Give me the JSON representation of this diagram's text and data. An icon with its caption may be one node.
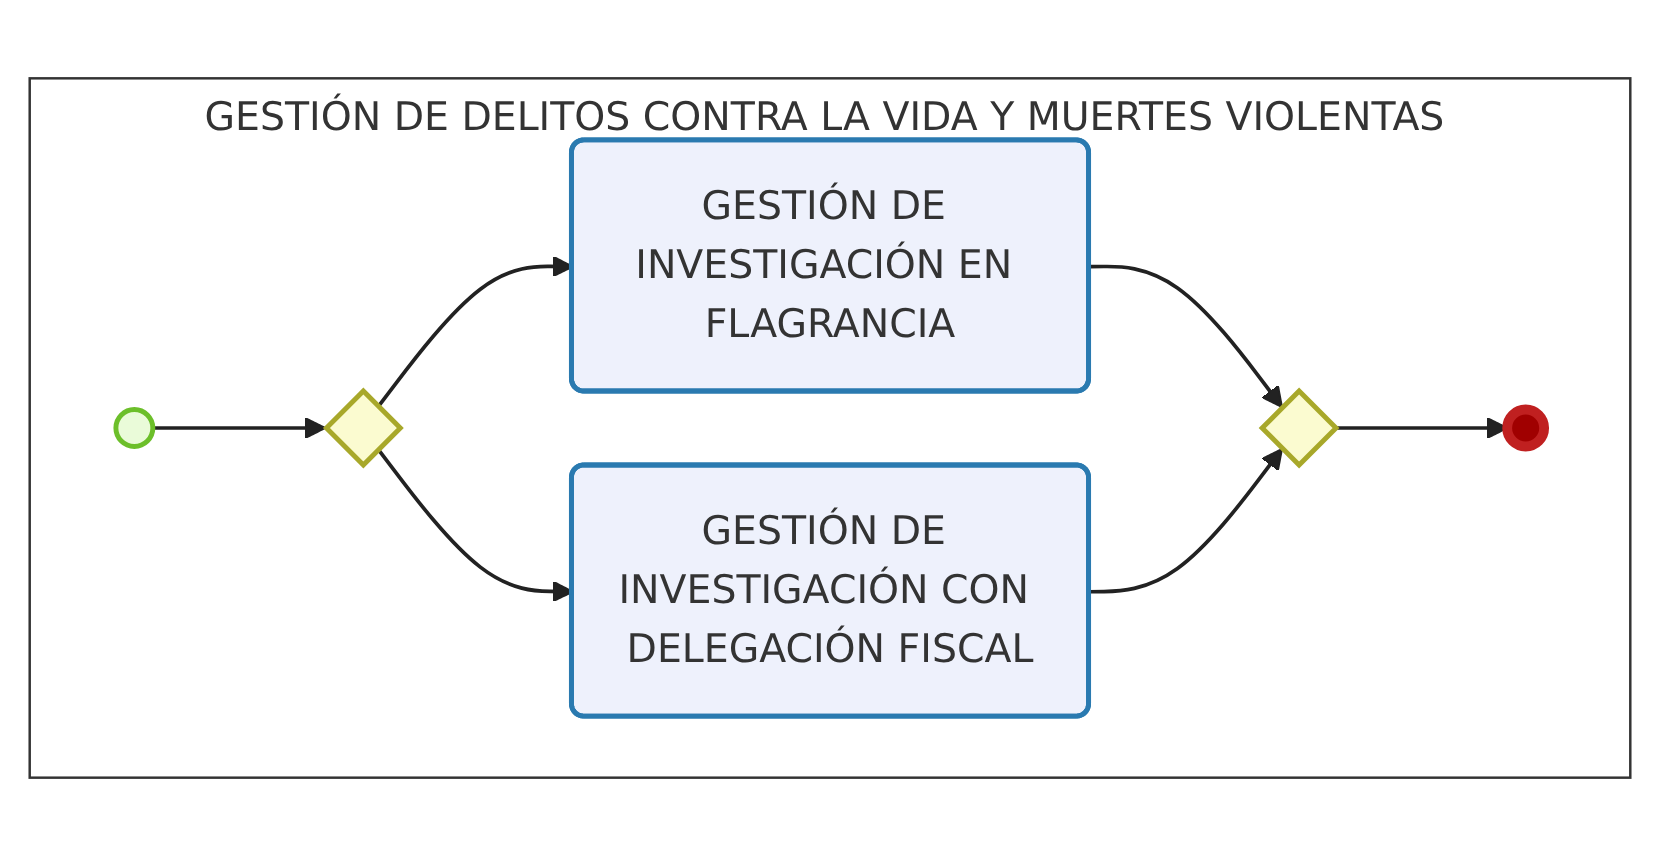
{
  "diagram": {
    "nodes": [
      {
        "text": [
          "GESTIÓN DE DELITOS CONTRA LA VIDA Y MUERTES VIOLENTAS"
        ]
      },
      {
        "text": [],
        "shape": "circle",
        "in": 0
      },
      {
        "text": [],
        "shape": "diamond",
        "in": 0
      },
      {
        "text": [
          "GESTIÓN DE INVESTIGACIÓN EN FLAGRANCIA"
        ],
        "in": 0
      },
      {
        "text": [
          "GESTIÓN DE INVESTIGACIÓN CON DELEGACIÓN FISCAL"
        ],
        "in": 0
      },
      {
        "text": [],
        "shape": "diamond",
        "in": 0
      },
      {
        "text": [],
        "shape": "circle",
        "in": 0
      }
    ],
    "edges": [
      {
        "from": 1,
        "to": 2,
        "arrow": "to"
      },
      {
        "from": 2,
        "to": 3,
        "arrow": "to"
      },
      {
        "from": 2,
        "to": 4,
        "arrow": "to"
      },
      {
        "from": 3,
        "to": 5,
        "arrow": "to"
      },
      {
        "from": 4,
        "to": 5,
        "arrow": "to"
      },
      {
        "from": 5,
        "to": 6,
        "arrow": "to"
      }
    ]
  }
}
